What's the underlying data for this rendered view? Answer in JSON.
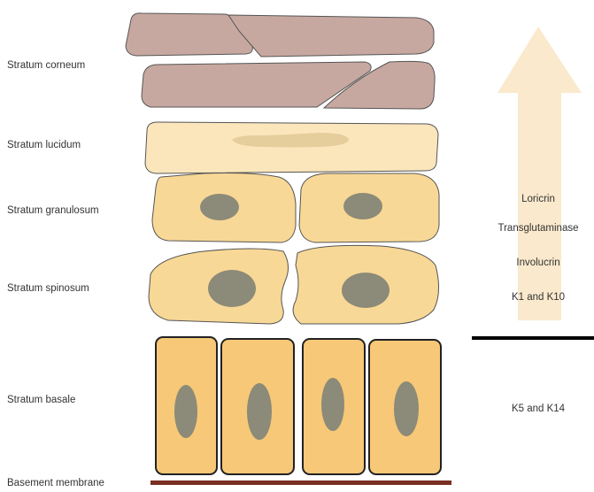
{
  "layers": {
    "corneum": "Stratum corneum",
    "lucidum": "Stratum lucidum",
    "granulosum": "Stratum granulosum",
    "spinosum": "Stratum spinosum",
    "basale": "Stratum basale",
    "basement": "Basement membrane"
  },
  "markers": {
    "differentiated": [
      "Loricrin",
      "Transglutaminase",
      "Involucrin",
      "K1 and K10"
    ],
    "basal": "K5 and K14"
  },
  "colors": {
    "corneum_fill": "#c7a8a0",
    "lucidum_fill": "#fbe6bc",
    "granulosum_fill": "#f8d896",
    "spinosum_fill": "#f8d896",
    "basale_fill": "#f6c877",
    "nucleus_fill": "#8c8a78",
    "arrow_fill": "#fae9cc",
    "membrane": "#7a2f22",
    "divider": "#000000"
  }
}
